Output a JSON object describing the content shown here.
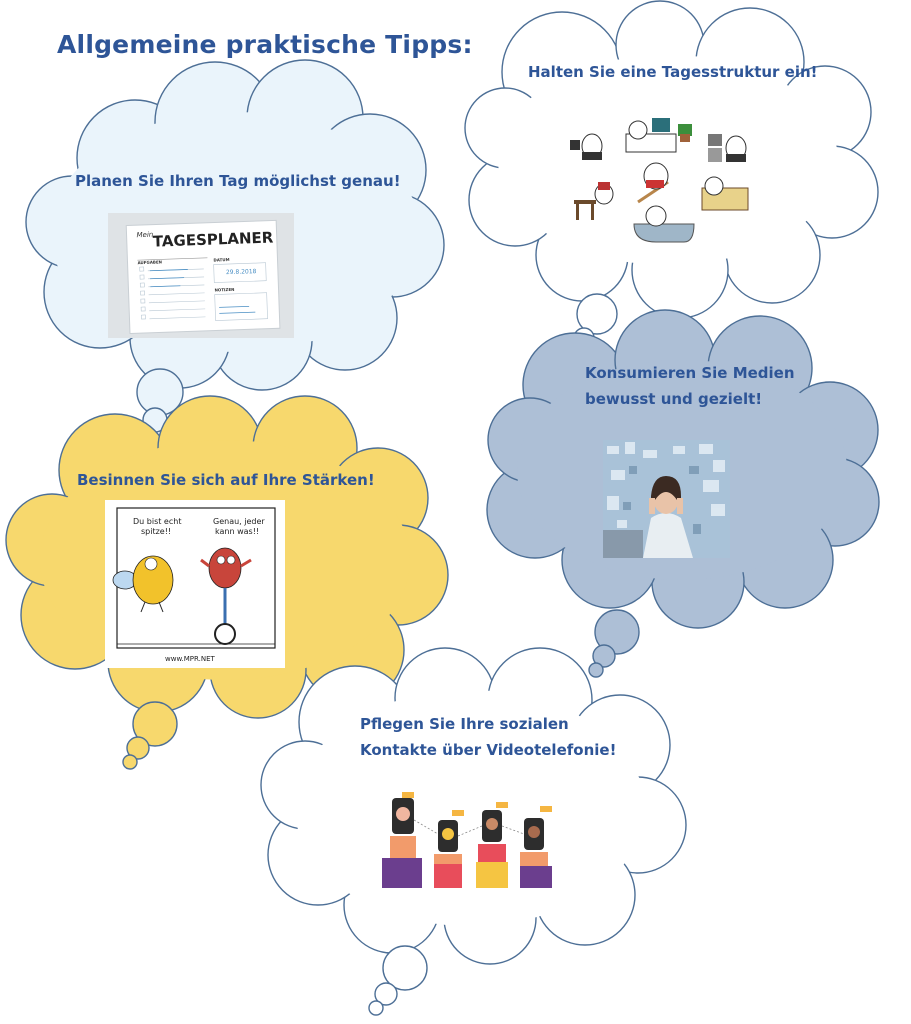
{
  "title": "Allgemeine praktische Tipps:",
  "tips": [
    {
      "text": "Planen Sie Ihren Tag möglichst genau!"
    },
    {
      "text": "Halten Sie eine Tagesstruktur ein!"
    },
    {
      "line1": "Konsumieren Sie Medien",
      "line2": "bewusst und gezielt!"
    },
    {
      "text": "Besinnen Sie sich auf Ihre Stärken!"
    },
    {
      "line1": "Pflegen Sie Ihre sozialen",
      "line2": "Kontakte über Videotelefonie!"
    }
  ],
  "planner": {
    "prefix": "Mein",
    "title": "TAGESPLANER",
    "col_tasks": "AUFGABEN",
    "col_date": "DATUM",
    "date_value": "29.8.2018",
    "col_notes": "NOTIZEN"
  },
  "comic": {
    "left_bubble_1": "Du bist echt",
    "left_bubble_2": "spitze!!",
    "right_bubble_1": "Genau, jeder",
    "right_bubble_2": "kann was!!",
    "credit": "www.MPR.NET"
  },
  "colors": {
    "title": "#2e5597",
    "cloud_light_blue": "#eaf4fb",
    "cloud_white": "#ffffff",
    "cloud_steel": "#adbfd6",
    "cloud_yellow": "#f7d86d",
    "cloud_stroke": "#4d6f96"
  }
}
